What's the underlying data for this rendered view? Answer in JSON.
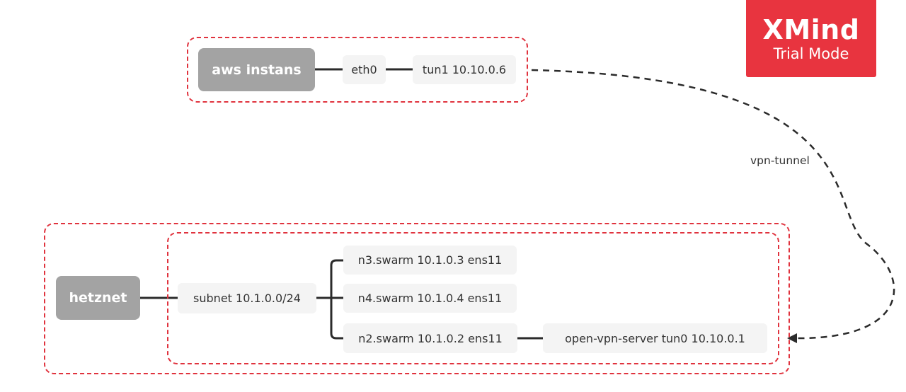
{
  "watermark": {
    "title": "XMind",
    "subtitle": "Trial Mode"
  },
  "aws": {
    "root": "aws instans",
    "eth": "eth0",
    "tun": "tun1 10.10.0.6"
  },
  "connection": {
    "label": "vpn-tunnel"
  },
  "hetznet": {
    "root": "hetznet",
    "subnet": "subnet 10.1.0.0/24",
    "nodes": [
      "n3.swarm 10.1.0.3 ens11",
      "n4.swarm 10.1.0.4 ens11",
      "n2.swarm 10.1.0.2 ens11"
    ],
    "vpn_server": "open-vpn-server tun0 10.10.0.1"
  },
  "colors": {
    "boundary": "#e0333e",
    "main_topic": "#a3a3a3",
    "sub_topic": "#f4f4f4",
    "connector": "#2b2b2b",
    "watermark": "#e8343f"
  }
}
